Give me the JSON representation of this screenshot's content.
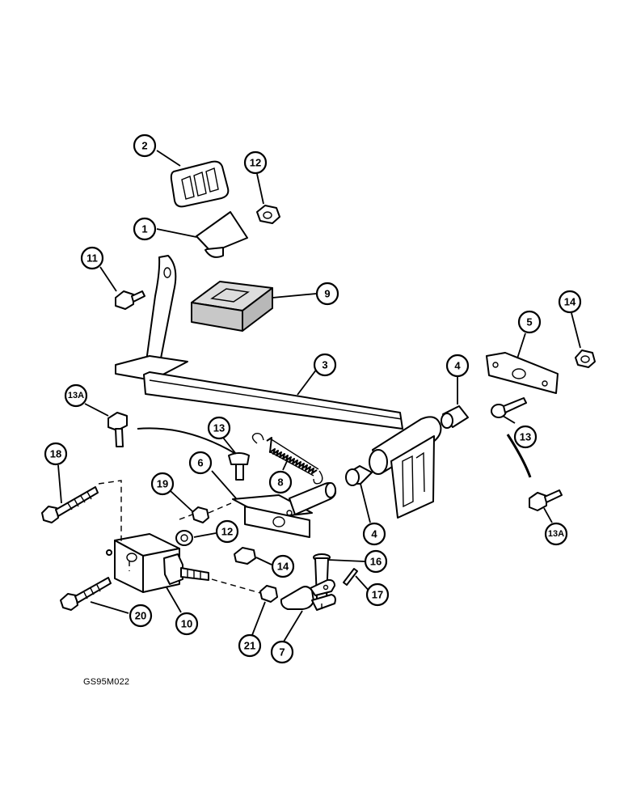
{
  "drawing_code": "GS95M022",
  "callouts": {
    "c1": "1",
    "c2": "2",
    "c3": "3",
    "c4a": "4",
    "c4b": "4",
    "c5": "5",
    "c6": "6",
    "c7": "7",
    "c8": "8",
    "c9": "9",
    "c10": "10",
    "c11": "11",
    "c12a": "12",
    "c12b": "12",
    "c13a": "13",
    "c13b": "13",
    "c13Aa": "13A",
    "c13Ab": "13A",
    "c14a": "14",
    "c14b": "14",
    "c16": "16",
    "c17": "17",
    "c18": "18",
    "c19": "19",
    "c20": "20",
    "c21": "21"
  }
}
